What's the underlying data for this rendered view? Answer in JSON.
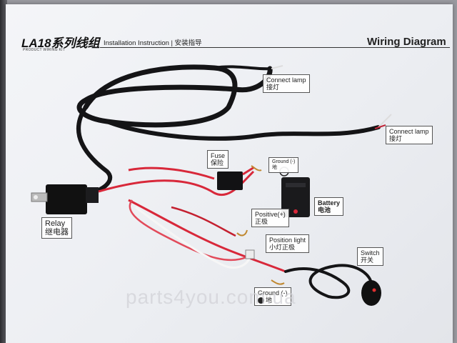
{
  "header": {
    "brand": "LA18系列线组",
    "brand_sub": "PRODUCT WIRING KIT",
    "instruction": "Installation Instruction | 安装指导",
    "title": "Wiring Diagram"
  },
  "labels": {
    "connect_lamp_1": {
      "en": "Connect lamp",
      "zh": "接灯"
    },
    "connect_lamp_2": {
      "en": "Connect lamp",
      "zh": "接灯"
    },
    "fuse": {
      "en": "Fuse",
      "zh": "保险"
    },
    "ground_top": {
      "en": "Ground (-)",
      "zh": "地"
    },
    "battery": {
      "en": "Battery",
      "zh": "电池"
    },
    "positive": {
      "en": "Positive(+)",
      "zh": "正极"
    },
    "relay": {
      "en": "Relay",
      "zh": "继电器"
    },
    "position_light": {
      "en": "Position light",
      "zh": "小灯正极"
    },
    "switch": {
      "en": "Switch",
      "zh": "开关"
    },
    "ground_bottom": {
      "en": "Ground (-)",
      "zh": "地"
    }
  },
  "watermark": "parts4you.com.ua",
  "colors": {
    "paper": "#eceef2",
    "black_wire": "#121214",
    "red_wire": "#d8283a",
    "white_wire": "#f6f6f6",
    "label_border": "#555555"
  }
}
